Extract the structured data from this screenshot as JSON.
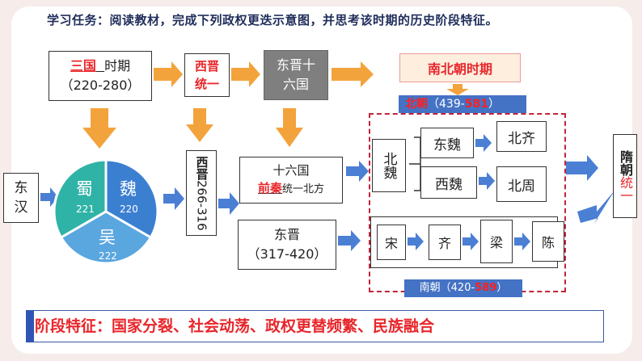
{
  "task": "学习任务：阅读教材，完成下列政权更迭示意图，并思考该时期的历史阶段特征。",
  "three_kingdoms": {
    "name": "三国",
    "suffix": "时期",
    "years": "（220-280）"
  },
  "western_jin_unify": [
    "西晋",
    "统一"
  ],
  "eastern_jin_16": [
    "东晋十",
    "六国"
  ],
  "nanbei": "南北朝时期",
  "northern_dynasties": {
    "label": "北朝",
    "open": "（439-",
    "end": "581",
    "close": "）"
  },
  "southern_dynasties": {
    "label": "南朝（420-",
    "end": "589",
    "close": "）"
  },
  "donghan": [
    "东",
    "汉"
  ],
  "pie": {
    "shu": {
      "name": "蜀",
      "year": "221",
      "color": "#2fb3a6"
    },
    "wei": {
      "name": "魏",
      "year": "220",
      "color": "#3b7fd1"
    },
    "wu": {
      "name": "吴",
      "year": "222",
      "color": "#5aa6df"
    }
  },
  "xijin": {
    "name": "西晋",
    "years": "266-316"
  },
  "sixteen": {
    "title": "十六国",
    "qianqin": "前秦",
    "rest": "统一北方"
  },
  "dongjin": {
    "name": "东晋",
    "years": "（317-420）"
  },
  "beiwei": "北魏",
  "dongwei": "东魏",
  "xiwei": "西魏",
  "beiqi": "北齐",
  "beizhou": "北周",
  "south": [
    "宋",
    "齐",
    "梁",
    "陈"
  ],
  "sui": {
    "name": "隋朝",
    "fill": "统一"
  },
  "stage": "阶段特征：国家分裂、社会动荡、政权更替频繁、民族融合",
  "colors": {
    "arrow": "#f3a33c",
    "blue_arrow": "#4a7fd4",
    "accent": "#e8262b"
  }
}
